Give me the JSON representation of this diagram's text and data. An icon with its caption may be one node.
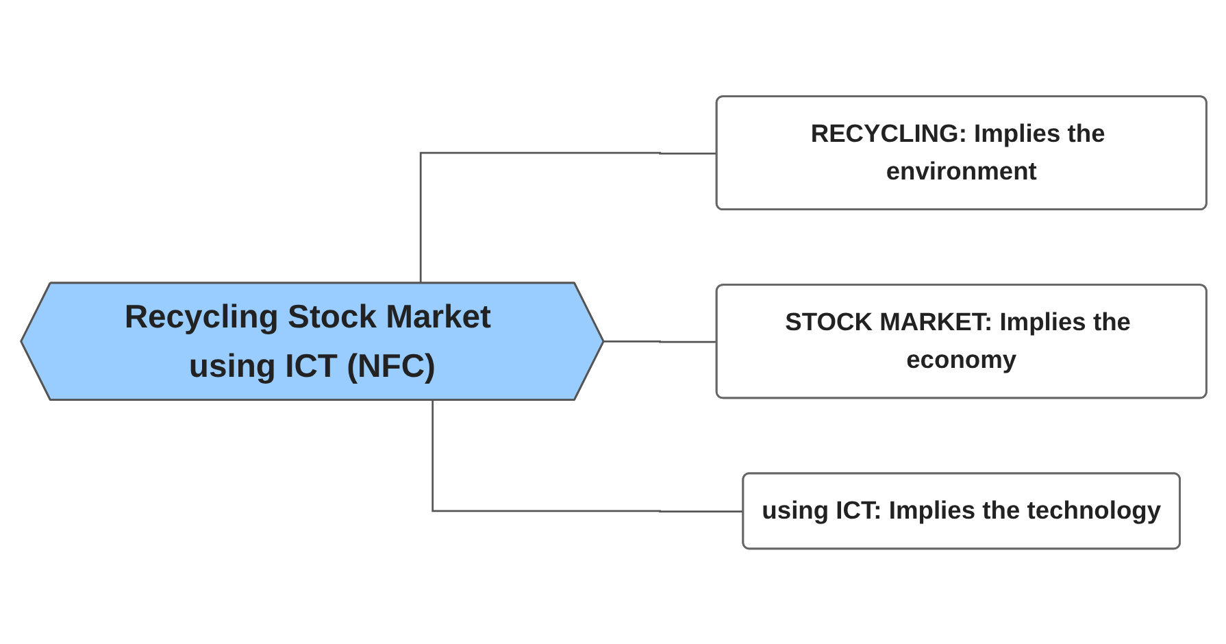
{
  "diagram": {
    "nodes": [
      {
        "text": [
          "Recycling Stock Market using ICT (NFC)"
        ]
      },
      {
        "text": [
          "RECYCLING: Implies the environment"
        ]
      },
      {
        "text": [
          "STOCK MARKET: Implies the economy"
        ]
      },
      {
        "text": [
          "using ICT: Implies the technology"
        ]
      }
    ],
    "edges": [
      {
        "from": 0,
        "to": 1,
        "arrow": "none"
      },
      {
        "from": 0,
        "to": 2,
        "arrow": "none"
      },
      {
        "from": 0,
        "to": 3,
        "arrow": "none"
      }
    ]
  }
}
